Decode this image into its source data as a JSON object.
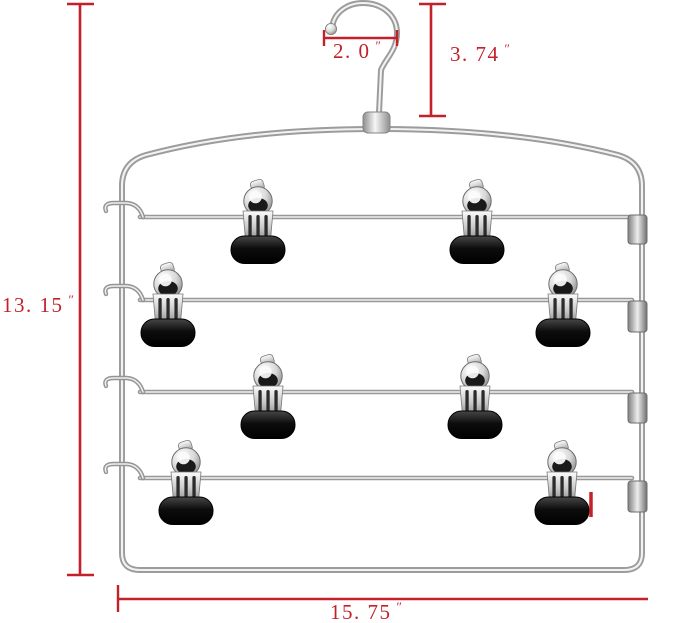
{
  "figure": {
    "description": "Dimension diagram of a chrome 4-tier swing-arm trouser hanger with 8 black clips",
    "background_color": "#ffffff",
    "annotation_color": "#c3202a",
    "wire_color": "#9c9c9c",
    "clip_pad_color": "#0d0d0d",
    "tier_count": 4,
    "clip_count": 8
  },
  "dimensions": {
    "hook_width": {
      "value": "2. 0",
      "unit": "″"
    },
    "hook_height": {
      "value": "3. 74",
      "unit": "″"
    },
    "overall_height": {
      "value": "13. 15",
      "unit": "″"
    },
    "overall_width": {
      "value": "15. 75",
      "unit": "″"
    }
  }
}
